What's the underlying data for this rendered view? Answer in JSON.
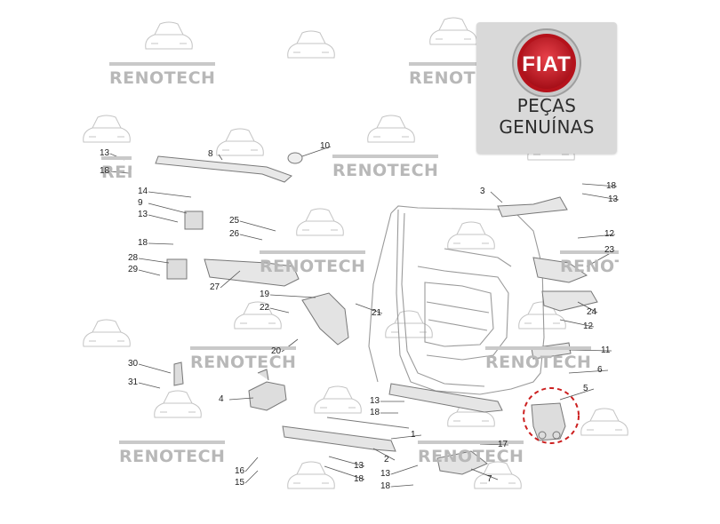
{
  "watermark": {
    "text": "RENOTECH"
  },
  "badge": {
    "brand": "FIAT",
    "line1": "PEÇAS",
    "line2": "GENUÍNAS",
    "colors": {
      "ring": "#b5121b",
      "inner": "#d3222a",
      "background": "#d9d9d9"
    }
  },
  "diagram": {
    "highlight_color": "#cc1f1f",
    "callouts": [
      {
        "id": "c-10",
        "label": "10"
      },
      {
        "id": "c-8",
        "label": "8"
      },
      {
        "id": "c-13a",
        "label": "13"
      },
      {
        "id": "c-18a",
        "label": "18"
      },
      {
        "id": "c-14",
        "label": "14"
      },
      {
        "id": "c-9",
        "label": "9"
      },
      {
        "id": "c-13b",
        "label": "13"
      },
      {
        "id": "c-18b",
        "label": "18"
      },
      {
        "id": "c-28",
        "label": "28"
      },
      {
        "id": "c-29",
        "label": "29"
      },
      {
        "id": "c-27",
        "label": "27"
      },
      {
        "id": "c-25",
        "label": "25"
      },
      {
        "id": "c-26",
        "label": "26"
      },
      {
        "id": "c-19",
        "label": "19"
      },
      {
        "id": "c-22",
        "label": "22"
      },
      {
        "id": "c-21",
        "label": "21"
      },
      {
        "id": "c-20",
        "label": "20"
      },
      {
        "id": "c-3",
        "label": "3"
      },
      {
        "id": "c-18c",
        "label": "18"
      },
      {
        "id": "c-13c",
        "label": "13"
      },
      {
        "id": "c-12a",
        "label": "12"
      },
      {
        "id": "c-23",
        "label": "23"
      },
      {
        "id": "c-24",
        "label": "24"
      },
      {
        "id": "c-12b",
        "label": "12"
      },
      {
        "id": "c-30",
        "label": "30"
      },
      {
        "id": "c-31",
        "label": "31"
      },
      {
        "id": "c-4",
        "label": "4"
      },
      {
        "id": "c-11",
        "label": "11"
      },
      {
        "id": "c-6",
        "label": "6"
      },
      {
        "id": "c-5",
        "label": "5"
      },
      {
        "id": "c-13d",
        "label": "13"
      },
      {
        "id": "c-18d",
        "label": "18"
      },
      {
        "id": "c-17",
        "label": "17"
      },
      {
        "id": "c-16",
        "label": "16"
      },
      {
        "id": "c-15",
        "label": "15"
      },
      {
        "id": "c-1",
        "label": "1"
      },
      {
        "id": "c-2",
        "label": "2"
      },
      {
        "id": "c-13e",
        "label": "13"
      },
      {
        "id": "c-18e",
        "label": "18"
      },
      {
        "id": "c-13f",
        "label": "13"
      },
      {
        "id": "c-18f",
        "label": "18"
      },
      {
        "id": "c-7",
        "label": "7"
      }
    ]
  }
}
